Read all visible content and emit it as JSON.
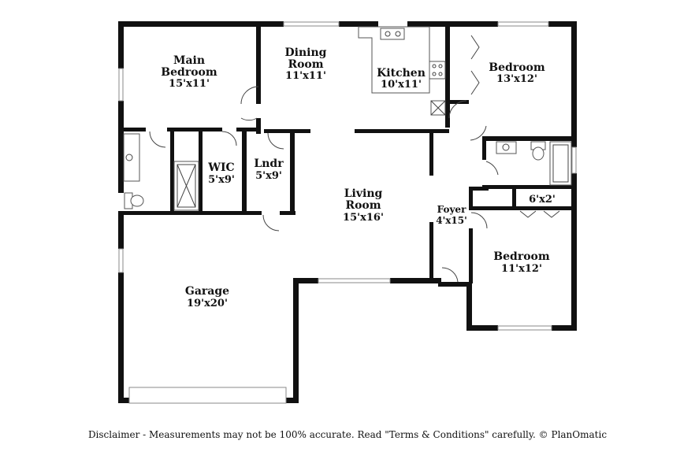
{
  "rooms": {
    "main_bedroom": {
      "name_line1": "Main",
      "name_line2": "Bedroom",
      "dims": "15'x11'"
    },
    "dining_room": {
      "name_line1": "Dining",
      "name_line2": "Room",
      "dims": "11'x11'"
    },
    "kitchen": {
      "name": "Kitchen",
      "dims": "10'x11'"
    },
    "bedroom_ne": {
      "name": "Bedroom",
      "dims": "13'x12'"
    },
    "wic": {
      "name": "WIC",
      "dims": "5'x9'"
    },
    "laundry": {
      "name": "Lndr",
      "dims": "5'x9'"
    },
    "living_room": {
      "name_line1": "Living",
      "name_line2": "Room",
      "dims": "15'x16'"
    },
    "foyer": {
      "name": "Foyer",
      "dims": "4'x15'"
    },
    "closet": {
      "dims": "6'x2'"
    },
    "bedroom_se": {
      "name": "Bedroom",
      "dims": "11'x12'"
    },
    "garage": {
      "name": "Garage",
      "dims": "19'x20'"
    }
  },
  "disclaimer": "Disclaimer - Measurements may not be 100% accurate. Read \"Terms & Conditions\" carefully. © PlanOmatic"
}
